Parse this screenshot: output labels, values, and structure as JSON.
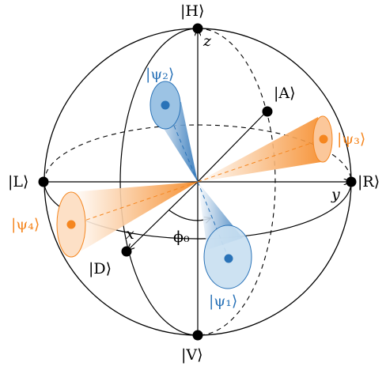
{
  "colors": {
    "line": "#000000",
    "blue": "#2a73b8",
    "blue_light": "#9cc3e4",
    "orange": "#f5861f",
    "orange_light": "#fbc79a"
  },
  "labels": {
    "H": "|H⟩",
    "V": "|V⟩",
    "L": "|L⟩",
    "R": "|R⟩",
    "A": "|A⟩",
    "D": "|D⟩",
    "psi1": "|ψ₁⟩",
    "psi2": "|ψ₂⟩",
    "psi3": "|ψ₃⟩",
    "psi4": "|ψ₄⟩",
    "axis_x": "x",
    "axis_y": "y",
    "axis_z": "z",
    "phi0": "ϕ₀"
  }
}
